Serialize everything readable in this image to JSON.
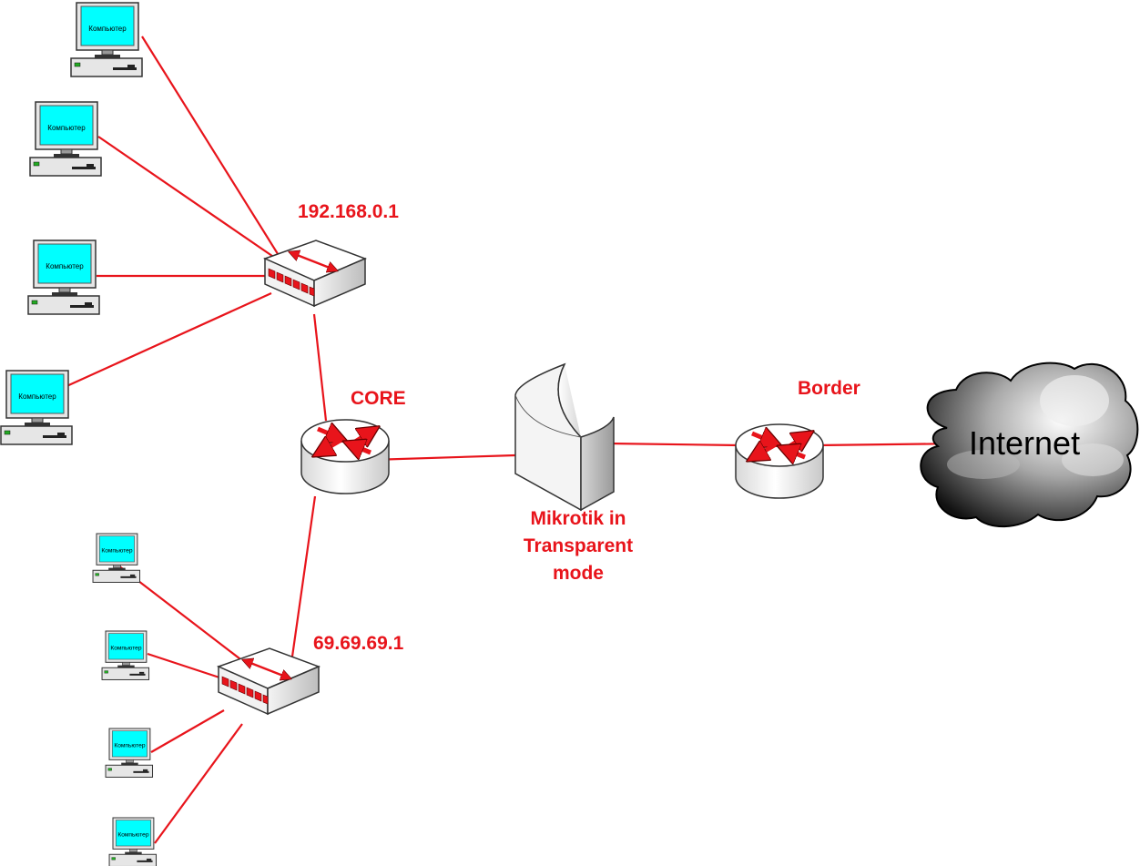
{
  "labels": {
    "switch_top_ip": "192.168.0.1",
    "switch_bottom_ip": "69.69.69.1",
    "core_router": "CORE",
    "border_router": "Border",
    "mikrotik_line1": "Mikrotik in",
    "mikrotik_line2": "Transparent",
    "mikrotik_line3": "mode",
    "internet": "Internet"
  },
  "computer_label": "Компьютер",
  "colors": {
    "link": "#e8141b",
    "label": "#e8141b",
    "screen": "#00ffff",
    "device_body": "#ffffff",
    "device_side": "#cfcfcf"
  }
}
